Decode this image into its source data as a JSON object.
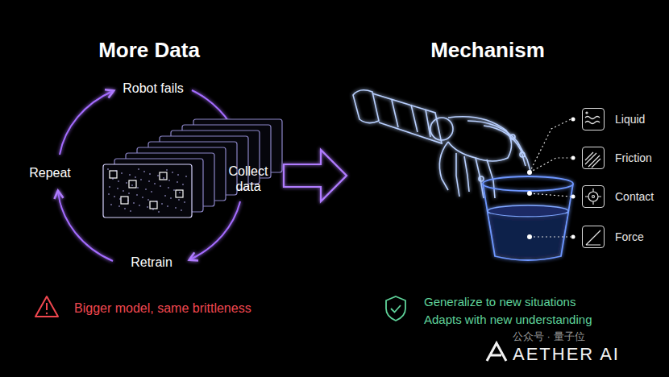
{
  "diagram": {
    "nodes": [
      {
        "text": [
          "Liquid"
        ]
      },
      {
        "text": [
          "Friction"
        ]
      },
      {
        "text": [
          "Contact"
        ]
      },
      {
        "text": [
          "Force"
        ]
      }
    ],
    "labels": [
      "More Data",
      "Mechanism",
      "Robot fails",
      "Collect data",
      "Retrain",
      "Repeat",
      "Bigger model, same brittleness",
      "Generalize to new situations",
      "Adapts with new understanding",
      "公众号 · 量子位",
      "AETHER AI"
    ]
  }
}
